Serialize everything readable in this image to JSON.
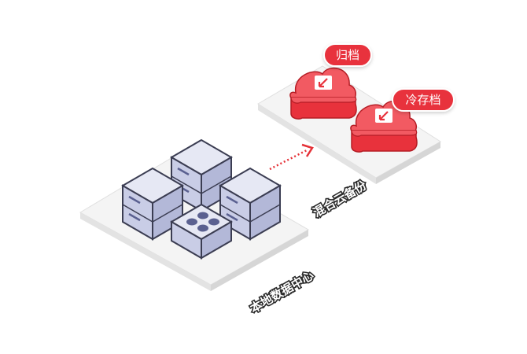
{
  "labels": {
    "archive": "归档",
    "cold_archive": "冷存档",
    "hybrid_backup": "混合云备份",
    "local_datacenter": "本地数据中心"
  },
  "colors": {
    "cloud_red": "#e8323c",
    "cloud_top": "#f25a62",
    "server_face": "#c9cde6",
    "server_top": "#e6e8f4",
    "server_outline": "#3b3d52",
    "arrow_red": "#e53238",
    "platform": "#f3f3f3"
  },
  "icons": {
    "cloud": "cloud-archive-icon",
    "server": "server-icon",
    "switch": "network-switch-icon",
    "arrow": "dotted-arrow-icon"
  }
}
